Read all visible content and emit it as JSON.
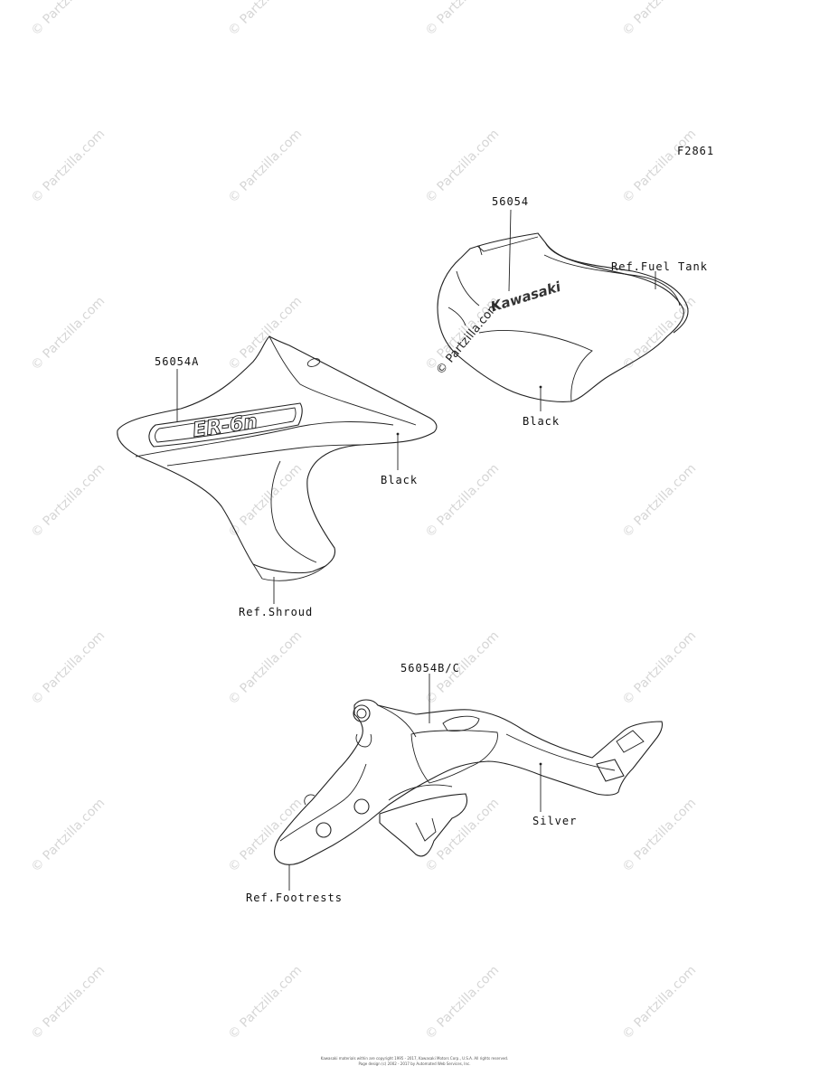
{
  "figure_id": "F2861",
  "watermark_text": "© Partzilla.com",
  "watermark_overlay": "© Partzilla.com",
  "logo_text": "Kawasaki",
  "shroud_logo_text": "ER-6n",
  "parts": {
    "tank_decal": "56054",
    "shroud_decal": "56054A",
    "frame_decal": "56054B/C"
  },
  "references": {
    "fuel_tank": "Ref.Fuel Tank",
    "shroud": "Ref.Shroud",
    "footrests": "Ref.Footrests"
  },
  "colors": {
    "tank": "Black",
    "shroud": "Black",
    "frame": "Silver"
  },
  "footer": {
    "line1": "Kawasaki materials within are copyright 1995 - 2017, Kawasaki Motors Corp., U.S.A.  All rights reserved.",
    "line2": "Page design (c) 2002 - 2017 by Automated Web Services, Inc."
  }
}
